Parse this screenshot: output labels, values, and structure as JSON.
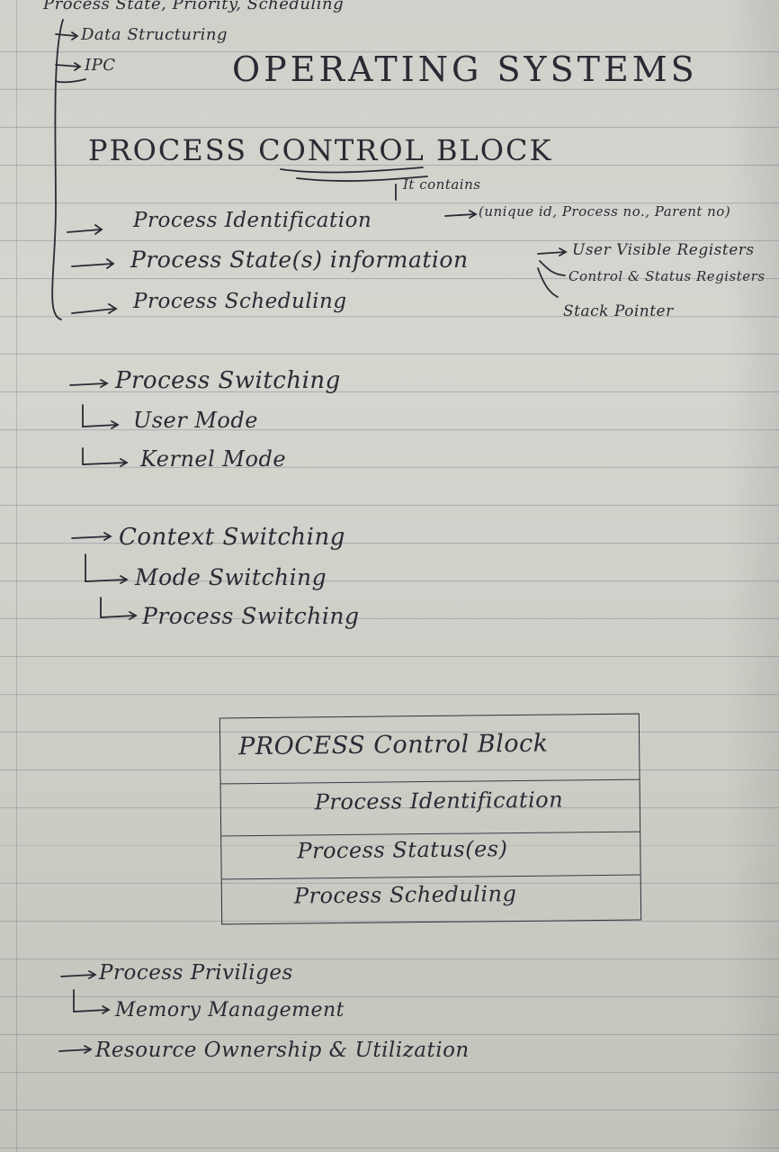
{
  "top_notes": {
    "line1": "Process State, Priority, Scheduling",
    "line2": "Data Structuring",
    "line3": "IPC"
  },
  "title": "OPERATING SYSTEMS",
  "subtitle": "PROCESS CONTROL BLOCK",
  "contains_note": "It contains",
  "pcb_items": [
    "Process Identification",
    "Process State(s) information",
    "Process Scheduling"
  ],
  "identification_detail": "(unique id, Process no., Parent no)",
  "state_info_details": [
    "User Visible Registers",
    "Control & Status Registers",
    "Stack Pointer"
  ],
  "process_switching": {
    "heading": "Process Switching",
    "items": [
      "User Mode",
      "Kernel Mode"
    ]
  },
  "context_switching": {
    "heading": "Context Switching",
    "items": [
      "Mode Switching",
      "Process Switching"
    ]
  },
  "pcb_table": {
    "header": "PROCESS Control Block",
    "rows": [
      "Process Identification",
      "Process Status(es)",
      "Process Scheduling"
    ]
  },
  "bottom_items": [
    "Process Priviliges",
    "Memory Management",
    "Resource Ownership & Utilization"
  ]
}
